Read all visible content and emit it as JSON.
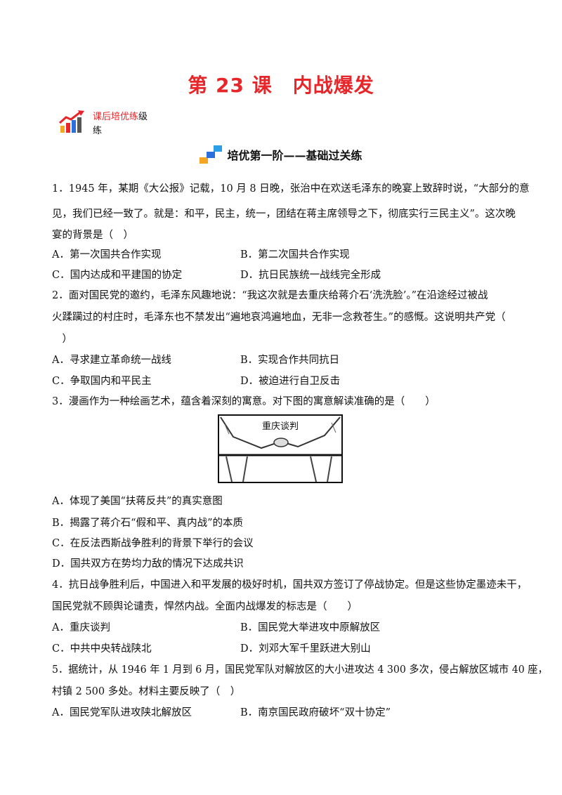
{
  "title": "第 23 课　内战爆发",
  "badge": {
    "red": "课后培优练",
    "black1": "级",
    "black2": "练"
  },
  "section_title": "培优第一阶——基础过关练",
  "questions": [
    {
      "lines": [
        "1．1945 年，某期《大公报》记载，10 月 8 日晚，张治中在欢送毛泽东的晚宴上致辞时说，“大部分的意",
        "见，我们已经一致了。就是：和平，民主，统一，团结在蒋主席领导之下，彻底实行三民主义”。这次晚",
        "宴的背景是（　）"
      ],
      "options": [
        "A．第一次国共合作实现",
        "B．第二次国共合作实现",
        "C．国内达成和平建国的协定",
        "D．抗日民族统一战线完全形成"
      ]
    },
    {
      "lines": [
        "2．面对国民党的邀约，毛泽东风趣地说：“我这次就是去重庆给蒋介石‘洗洗脸’。”在沿途经过被战",
        "火蹂躏过的村庄时，毛泽东也不禁发出“遍地哀鸿遍地血，无非一念救苍生。”的感慨。这说明共产党（",
        "　）"
      ],
      "options": [
        "A．寻求建立革命统一战线",
        "B．实现合作共同抗日",
        "C．争取国内和平民主",
        "D．被迫进行自卫反击"
      ]
    },
    {
      "lines": [
        "3．漫画作为一种绘画艺术，蕴含着深刻的寓意。对下图的寓意解读准确的是（　　）"
      ],
      "image_caption": "重庆谈判",
      "options": [
        "A．体现了美国“扶蒋反共”的真实意图",
        "B．揭露了蒋介石“假和平、真内战”的本质",
        "C．在反法西斯战争胜利的背景下举行的会议",
        "D．国共双方在势均力敌的情况下达成共识"
      ]
    },
    {
      "lines": [
        "4．抗日战争胜利后，中国进入和平发展的极好时机，国共双方签订了停战协定。但是这些协定墨迹未干，",
        "国民党就不顾舆论谴责，悍然内战。全面内战爆发的标志是（　　）"
      ],
      "options": [
        "A．重庆谈判",
        "B．国民党大举进攻中原解放区",
        "C．中共中央转战陕北",
        "D．刘邓大军千里跃进大别山"
      ]
    },
    {
      "lines": [
        "5．据统计，从 1946 年 1 月到 6 月，国民党军队对解放区的大小进攻达 4 300 多次，侵占解放区城市 40 座，",
        "村镇 2 500 多处。材料主要反映了（　）"
      ],
      "options": [
        "A．国民党军队进攻陕北解放区",
        "B．南京国民政府破坏“双十协定”"
      ]
    }
  ]
}
